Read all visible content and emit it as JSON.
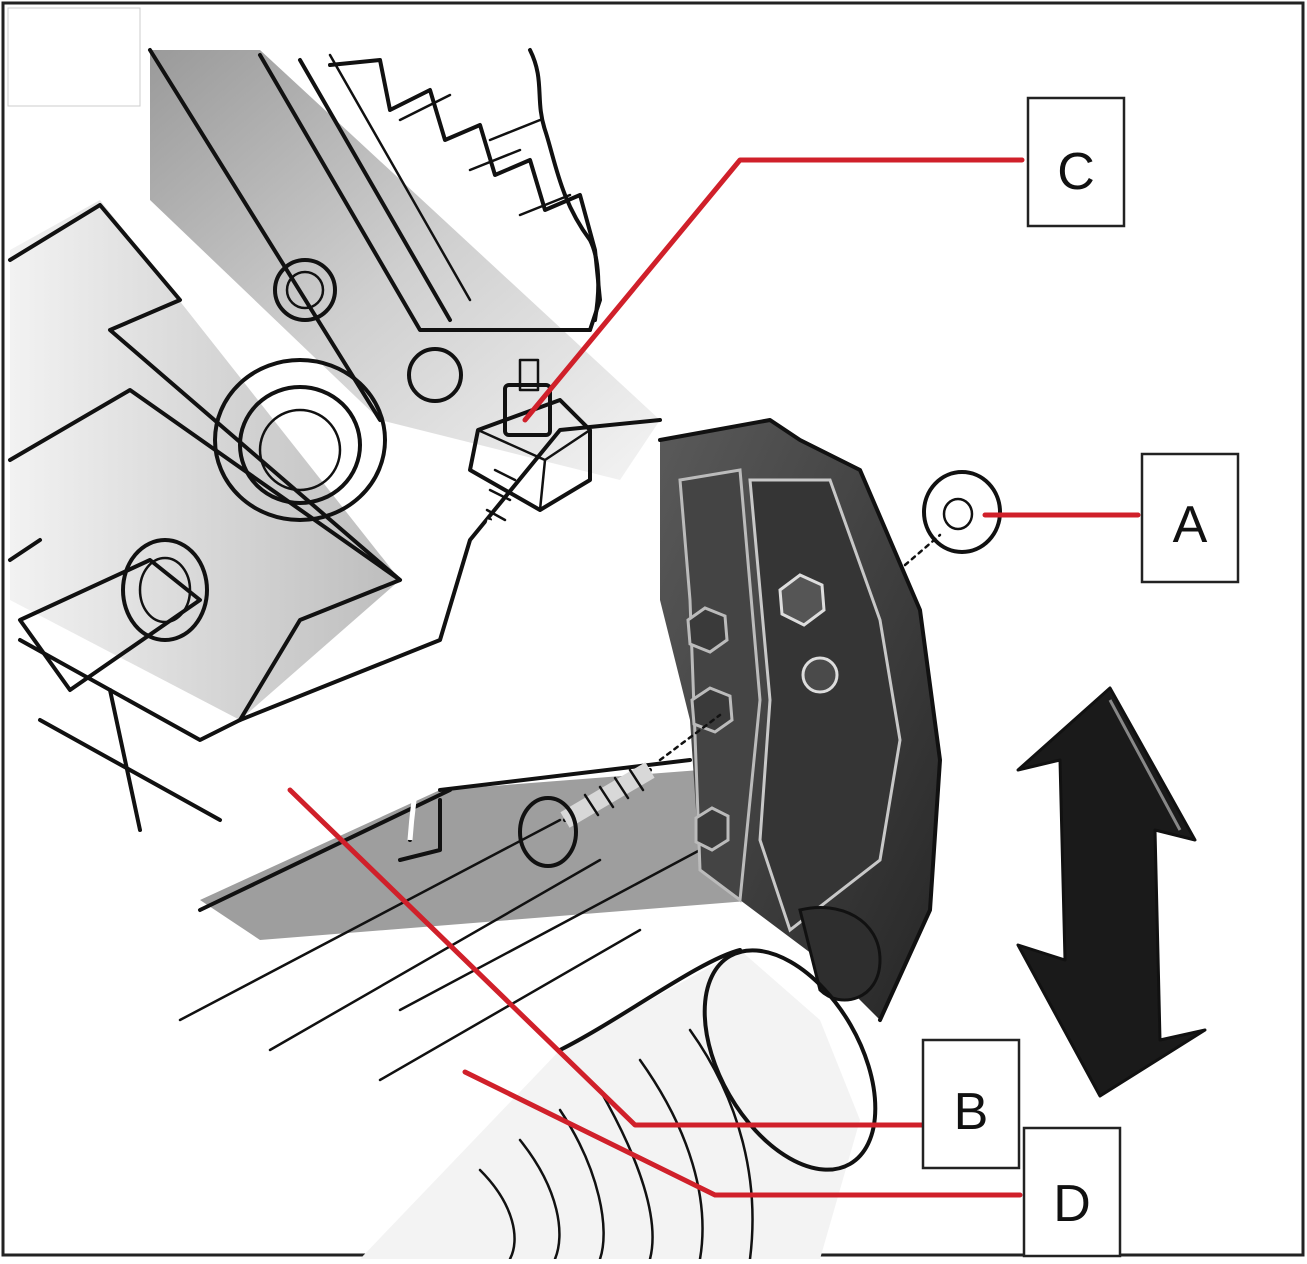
{
  "diagram": {
    "callouts": [
      {
        "id": "C",
        "text": "C"
      },
      {
        "id": "A",
        "text": "A"
      },
      {
        "id": "B",
        "text": "B"
      },
      {
        "id": "D",
        "text": "D"
      }
    ],
    "colors": {
      "leader": "#d0202a",
      "ink": "#111111",
      "shade_light": "#e6e6e6",
      "shade_mid": "#b9b9b9",
      "shade_dark": "#3a3a3a",
      "arrow": "#1a1a1a"
    }
  }
}
